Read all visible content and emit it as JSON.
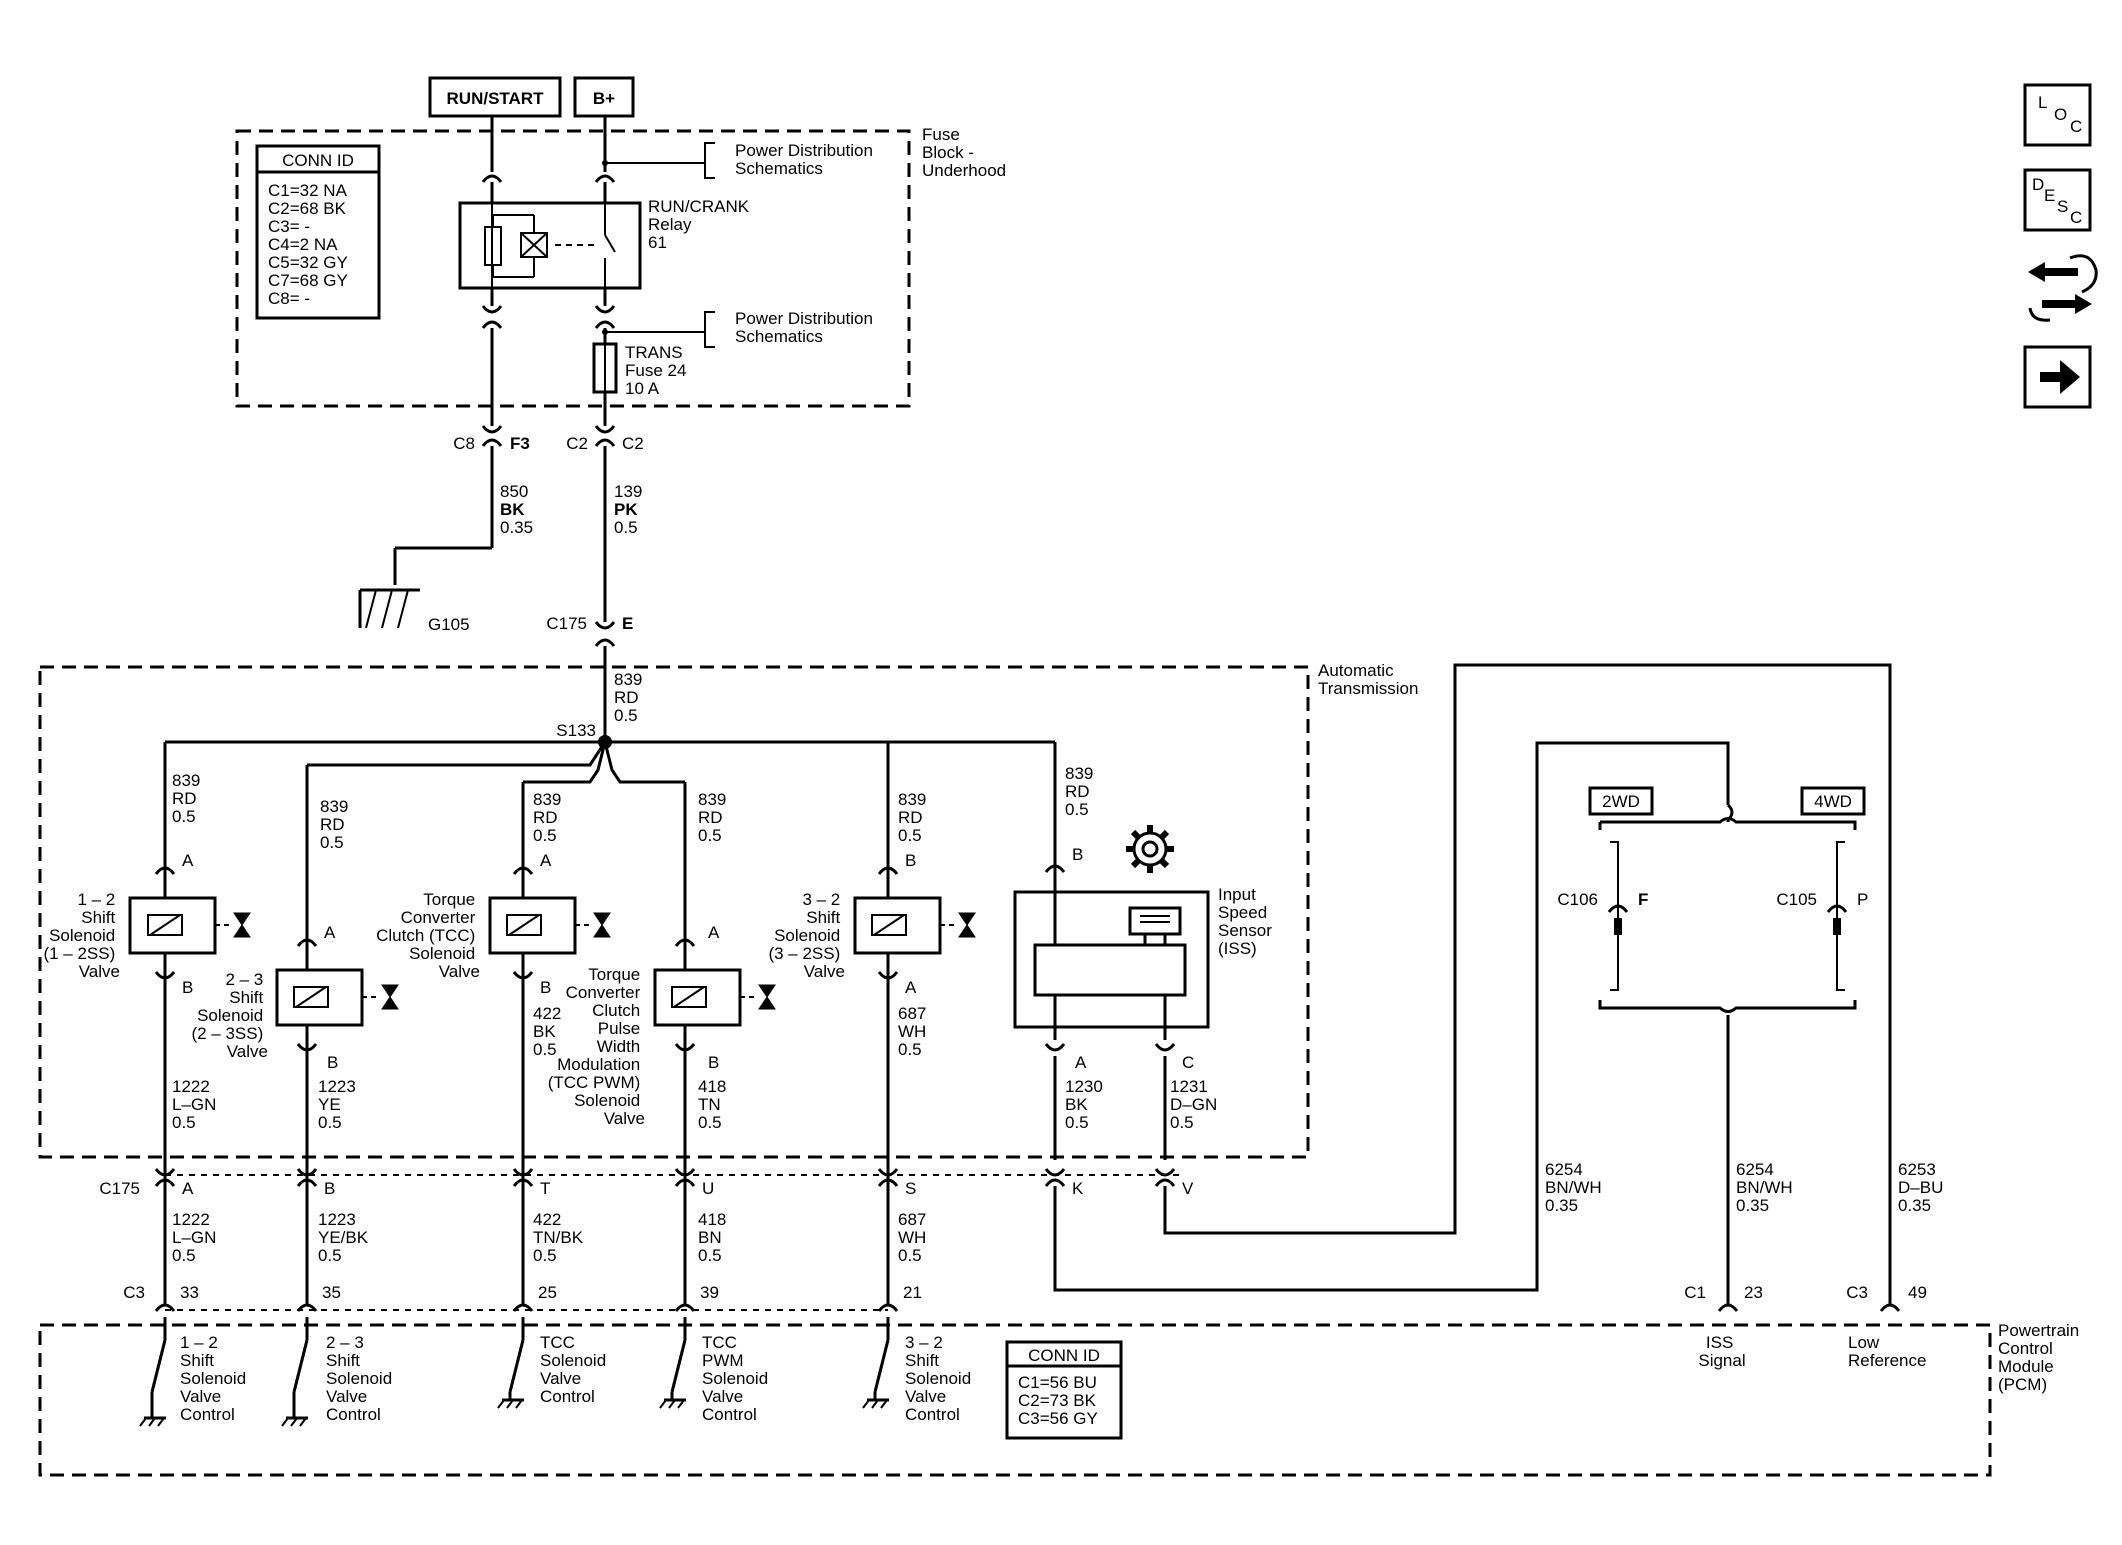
{
  "supplies": {
    "run_start": "RUN/START",
    "b_plus": "B+"
  },
  "fuse_block": {
    "title": [
      "Fuse",
      "Block -",
      "Underhood"
    ],
    "conn_id_title": "CONN ID",
    "conn_ids": [
      "C1=32 NA",
      "C2=68 BK",
      "C3= -",
      "C4=2 NA",
      "C5=32 GY",
      "C7=68 GY",
      "C8= -"
    ],
    "pds1": [
      "Power Distribution",
      "Schematics"
    ],
    "pds2": [
      "Power Distribution",
      "Schematics"
    ],
    "relay": [
      "RUN/CRANK",
      "Relay",
      "61"
    ],
    "fuse": [
      "TRANS",
      "Fuse 24",
      "10 A"
    ],
    "pins": {
      "c8": "C8",
      "f3": "F3",
      "c2a": "C2",
      "c2b": "C2"
    }
  },
  "wire_850": [
    "850",
    "BK",
    "0.35"
  ],
  "wire_139": [
    "139",
    "PK",
    "0.5"
  ],
  "ground": "G105",
  "c175_top": {
    "conn": "C175",
    "pin": "E"
  },
  "trans": {
    "title": [
      "Automatic",
      "Transmission"
    ],
    "splice": "S133",
    "feed_wire": [
      "839",
      "RD",
      "0.5"
    ],
    "branches": [
      [
        "839",
        "RD",
        "0.5"
      ],
      [
        "839",
        "RD",
        "0.5"
      ],
      [
        "839",
        "RD",
        "0.5"
      ],
      [
        "839",
        "RD",
        "0.5"
      ],
      [
        "839",
        "RD",
        "0.5"
      ],
      [
        "839",
        "RD",
        "0.5"
      ]
    ],
    "sol12": {
      "name": [
        "1 – 2",
        "Shift",
        "Solenoid",
        "(1 – 2SS)",
        "Valve"
      ],
      "pin_top": "A",
      "pin_bot": "B"
    },
    "sol23": {
      "name": [
        "2 – 3",
        "Shift",
        "Solenoid",
        "(2 – 3SS)",
        "Valve"
      ],
      "pin_top": "A",
      "pin_bot": "B"
    },
    "tcc": {
      "name": [
        "Torque",
        "Converter",
        "Clutch (TCC)",
        "Solenoid",
        "Valve"
      ],
      "pin_top": "A",
      "pin_bot": "B"
    },
    "tccpwm": {
      "name": [
        "Torque",
        "Converter",
        "Clutch",
        "Pulse",
        "Width",
        "Modulation",
        "(TCC PWM)",
        "Solenoid",
        "Valve"
      ],
      "pin_top": "A",
      "pin_bot": "B"
    },
    "sol32": {
      "name": [
        "3 – 2",
        "Shift",
        "Solenoid",
        "(3 – 2SS)",
        "Valve"
      ],
      "pin_top": "B",
      "pin_bot": "A"
    },
    "iss": {
      "name": [
        "Input",
        "Speed",
        "Sensor",
        "(ISS)"
      ],
      "pin_top": "B",
      "pin_a": "A",
      "pin_c": "C"
    },
    "lower_wires": [
      [
        "1222",
        "L–GN",
        "0.5"
      ],
      [
        "1223",
        "YE",
        "0.5"
      ],
      [
        "422",
        "BK",
        "0.5"
      ],
      [
        "418",
        "TN",
        "0.5"
      ],
      [
        "687",
        "WH",
        "0.5"
      ],
      [
        "1230",
        "BK",
        "0.5"
      ],
      [
        "1231",
        "D–GN",
        "0.5"
      ]
    ]
  },
  "c175": {
    "conn": "C175",
    "pins": [
      "A",
      "B",
      "T",
      "U",
      "S",
      "K",
      "V"
    ],
    "wires": [
      [
        "1222",
        "L–GN",
        "0.5"
      ],
      [
        "1223",
        "YE/BK",
        "0.5"
      ],
      [
        "422",
        "TN/BK",
        "0.5"
      ],
      [
        "418",
        "BN",
        "0.5"
      ],
      [
        "687",
        "WH",
        "0.5"
      ]
    ]
  },
  "c3_pins": {
    "conn": "C3",
    "pins": [
      "33",
      "35",
      "25",
      "39",
      "21"
    ]
  },
  "drive": {
    "wd2": "2WD",
    "wd4": "4WD",
    "c106": "C106",
    "c106_pin": "F",
    "c105": "C105",
    "c105_pin": "P"
  },
  "right_wires": {
    "w6254a": [
      "6254",
      "BN/WH",
      "0.35"
    ],
    "w6254b": [
      "6254",
      "BN/WH",
      "0.35"
    ],
    "w6253": [
      "6253",
      "D–BU",
      "0.35"
    ]
  },
  "pcm_pins": {
    "c1": "C1",
    "p23": "23",
    "c3": "C3",
    "p49": "49"
  },
  "pcm": {
    "title": [
      "Powertrain",
      "Control",
      "Module",
      "(PCM)"
    ],
    "ctrl12": [
      "1 – 2",
      "Shift",
      "Solenoid",
      "Valve",
      "Control"
    ],
    "ctrl23": [
      "2 – 3",
      "Shift",
      "Solenoid",
      "Valve",
      "Control"
    ],
    "ctrltcc": [
      "TCC",
      "Solenoid",
      "Valve",
      "Control"
    ],
    "ctrlpwm": [
      "TCC",
      "PWM",
      "Solenoid",
      "Valve",
      "Control"
    ],
    "ctrl32": [
      "3 – 2",
      "Shift",
      "Solenoid",
      "Valve",
      "Control"
    ],
    "iss_signal": [
      "ISS",
      "Signal"
    ],
    "low_ref": [
      "Low",
      "Reference"
    ],
    "conn_id_title": "CONN ID",
    "conn_ids": [
      "C1=56 BU",
      "C2=73 BK",
      "C3=56 GY"
    ]
  },
  "nav": {
    "loc": [
      "L",
      "O",
      "C"
    ],
    "desc": [
      "D",
      "E",
      "S",
      "C"
    ],
    "swap_icon": "swap-arrows-icon",
    "next_icon": "right-arrow-icon"
  }
}
